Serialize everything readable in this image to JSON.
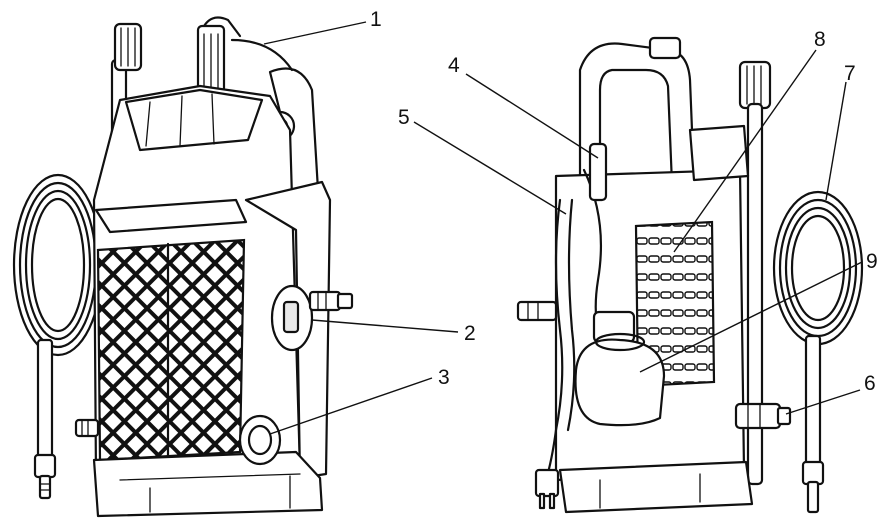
{
  "figure": {
    "callouts": [
      {
        "id": 1,
        "label": "1"
      },
      {
        "id": 2,
        "label": "2"
      },
      {
        "id": 3,
        "label": "3"
      },
      {
        "id": 4,
        "label": "4"
      },
      {
        "id": 5,
        "label": "5"
      },
      {
        "id": 6,
        "label": "6"
      },
      {
        "id": 7,
        "label": "7"
      },
      {
        "id": 8,
        "label": "8"
      },
      {
        "id": 9,
        "label": "9"
      }
    ],
    "colors": {
      "ink": "#111111",
      "background": "#ffffff",
      "shade": "#e8e8e8"
    }
  }
}
